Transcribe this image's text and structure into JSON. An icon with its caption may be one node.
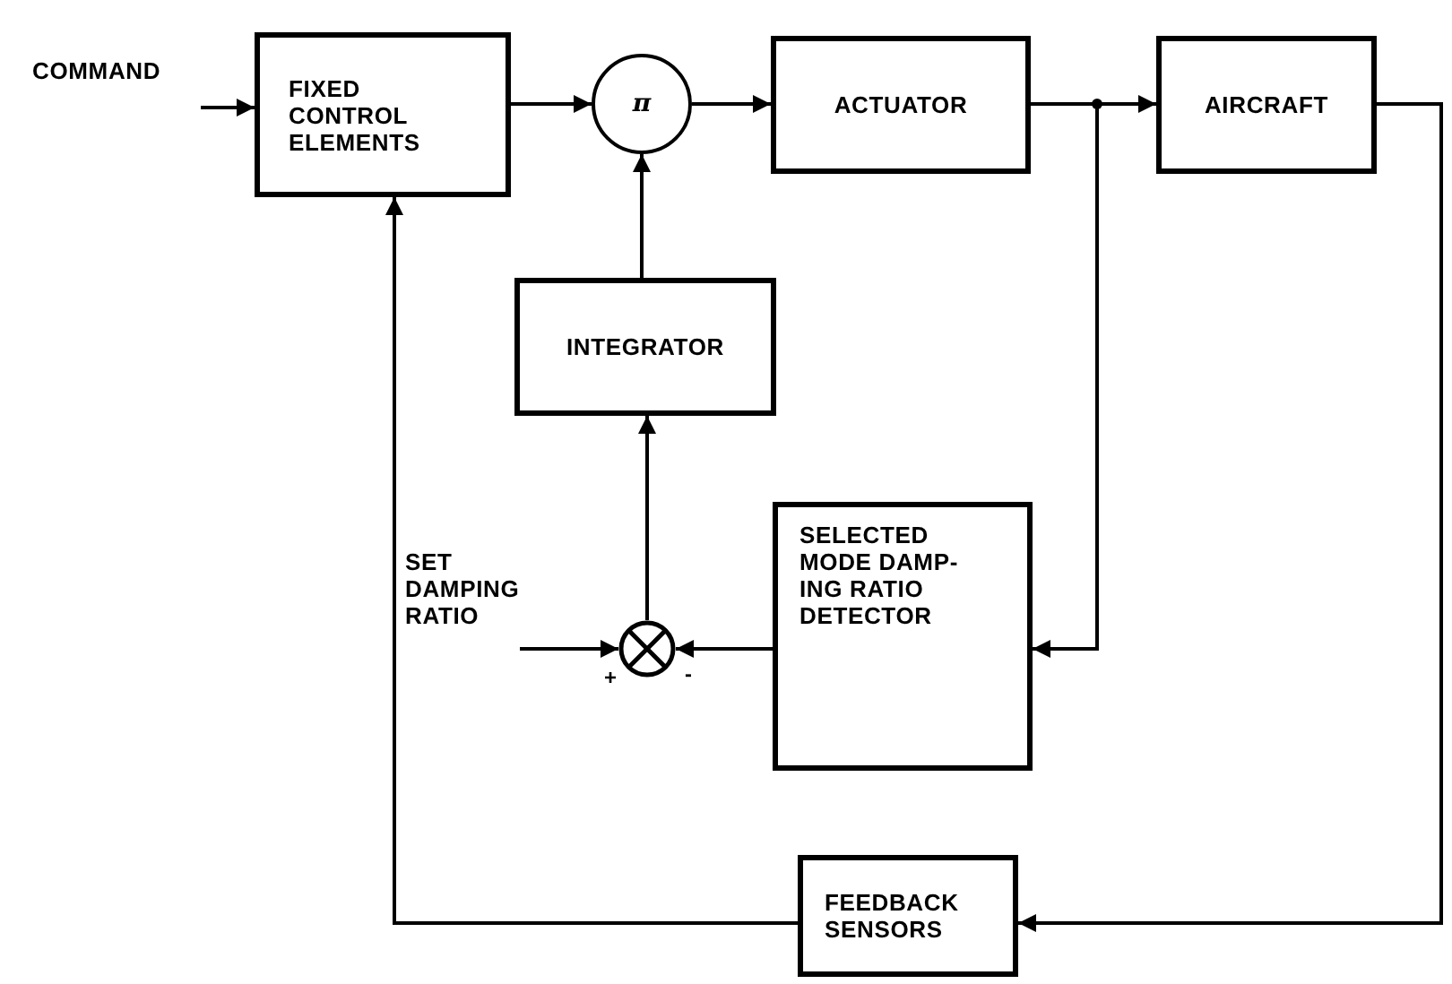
{
  "diagram": {
    "nodes": [
      {
        "text": [
          "COMMAND"
        ]
      },
      {
        "text": [
          "FIXED CONTROL ELEMENTS"
        ]
      },
      {
        "text": [
          "π"
        ]
      },
      {
        "text": [
          "ACTUATOR"
        ]
      },
      {
        "text": [
          "AIRCRAFT"
        ]
      },
      {
        "text": [
          "INTEGRATOR"
        ]
      },
      {
        "text": [
          "SET DAMPING RATIO"
        ]
      },
      {
        "text": [],
        "shape": "circle"
      },
      {
        "text": [
          "SELECTED MODE DAMP- ING RATIO DETECTOR"
        ]
      },
      {
        "text": [
          "FEEDBACK SENSORS"
        ]
      }
    ],
    "edges": [
      {
        "from": 0,
        "to": 1,
        "arrow": "to"
      },
      {
        "from": 1,
        "to": 2,
        "arrow": "to"
      },
      {
        "from": 2,
        "to": 3,
        "arrow": "to"
      },
      {
        "from": 3,
        "to": 4,
        "arrow": "to"
      },
      {
        "from": 3,
        "to": 8,
        "arrow": "to"
      },
      {
        "from": 5,
        "to": 2,
        "arrow": "to"
      },
      {
        "from": 7,
        "to": 5,
        "arrow": "to"
      },
      {
        "from": 6,
        "to": 7,
        "arrow": "to"
      },
      {
        "from": 8,
        "to": 7,
        "arrow": "to"
      },
      {
        "from": 4,
        "to": 9,
        "arrow": "to"
      },
      {
        "from": 9,
        "to": 1,
        "arrow": "to"
      }
    ],
    "labels": [
      "+",
      "-"
    ]
  }
}
